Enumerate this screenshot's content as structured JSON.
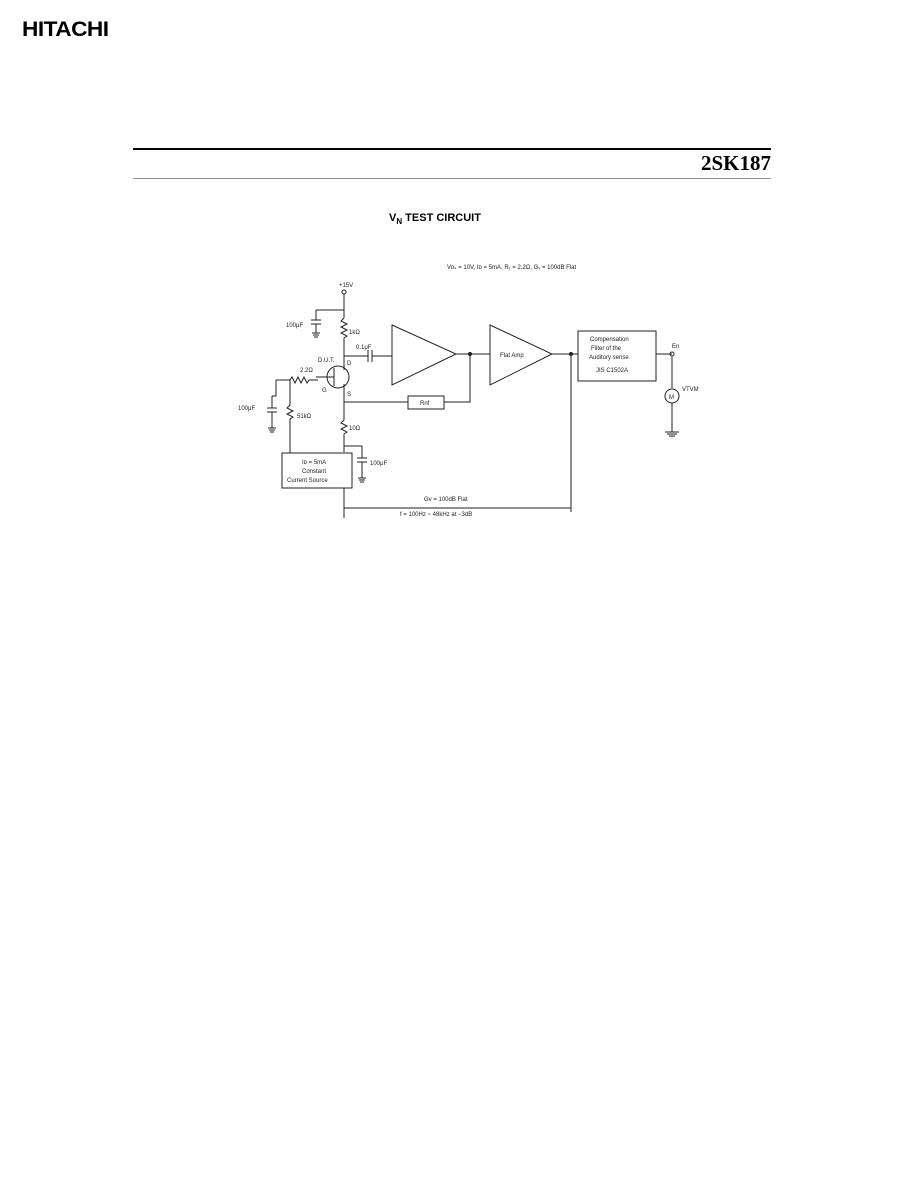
{
  "header": {
    "logo": "HITACHI",
    "part_number": "2SK187"
  },
  "figure": {
    "title_main": "V",
    "title_sub": "N",
    "title_rest": " TEST CIRCUIT",
    "conditions": "Vᴅₛ = 10V, Iᴅ = 5mA, R₁ = 2.2Ω, Gᵥ = 100dB Flat",
    "labels": {
      "supply": "+15V",
      "c1": "100μF",
      "r_drain": "1kΩ",
      "c_couple": "0.1μF",
      "dut": "D.U.T.",
      "pin_d": "D",
      "pin_g": "G",
      "pin_s": "S",
      "r_gate": "2.2Ω",
      "c2": "100μF",
      "r_bias": "51kΩ",
      "r_source": "10Ω",
      "c3": "100μF",
      "ccs_line1": "Iᴅ = 5mA",
      "ccs_line2": "Constant",
      "ccs_line3": "Current Source",
      "flat_amp": "Flat Amp",
      "rnf": "Rnf",
      "comp_line1": "Compensation",
      "comp_line2": "Filter of the",
      "comp_line3": "Auditory sense",
      "comp_line4": "JIS C1502A",
      "output": "En",
      "meter": "VTVM",
      "meter_symbol": "M",
      "gain": "Gv = 100dB Flat",
      "bandwidth": "f = 100Hz ~ 48kHz at −3dB"
    }
  }
}
